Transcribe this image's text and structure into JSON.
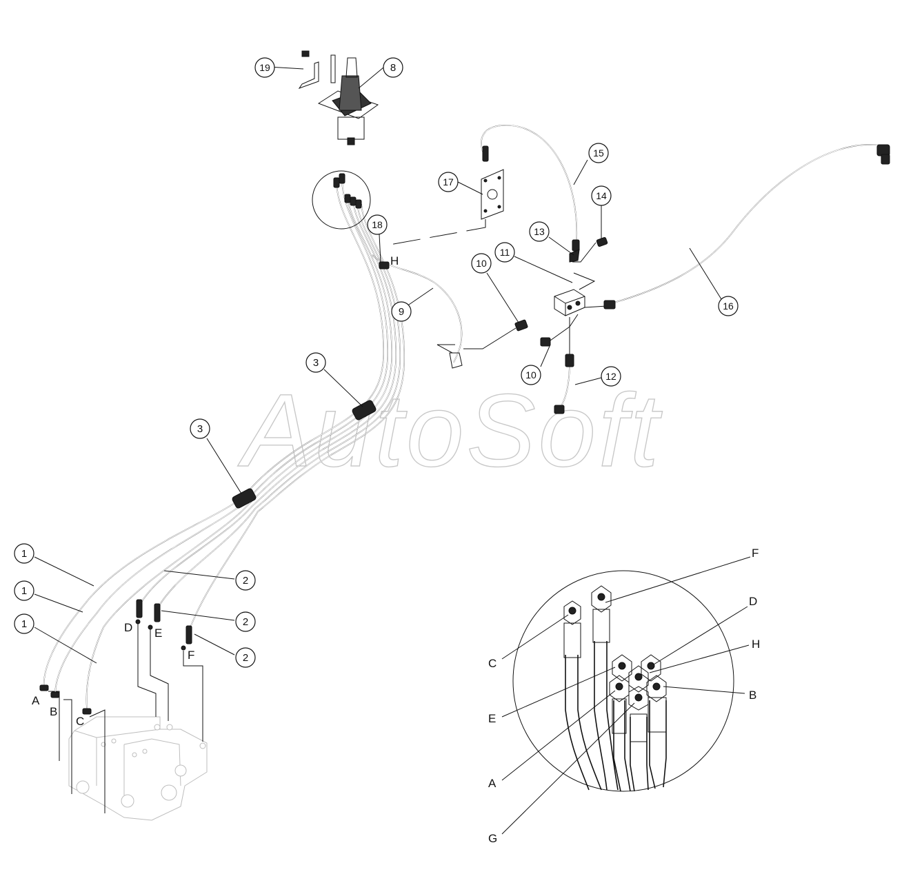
{
  "watermark": "AutoSoft",
  "callouts": {
    "c1a": "1",
    "c1b": "1",
    "c1c": "1",
    "c2a": "2",
    "c2b": "2",
    "c2c": "2",
    "c3a": "3",
    "c3b": "3",
    "c8": "8",
    "c9": "9",
    "c10a": "10",
    "c10b": "10",
    "c11": "11",
    "c12": "12",
    "c13": "13",
    "c14": "14",
    "c15": "15",
    "c16": "16",
    "c17": "17",
    "c18": "18",
    "c19": "19"
  },
  "port_letters": {
    "A": "A",
    "B": "B",
    "C": "C",
    "D": "D",
    "E": "E",
    "F": "F",
    "H": "H"
  },
  "detail_letters": {
    "A": "A",
    "B": "B",
    "C": "C",
    "D": "D",
    "E": "E",
    "F": "F",
    "G": "G",
    "H": "H"
  }
}
